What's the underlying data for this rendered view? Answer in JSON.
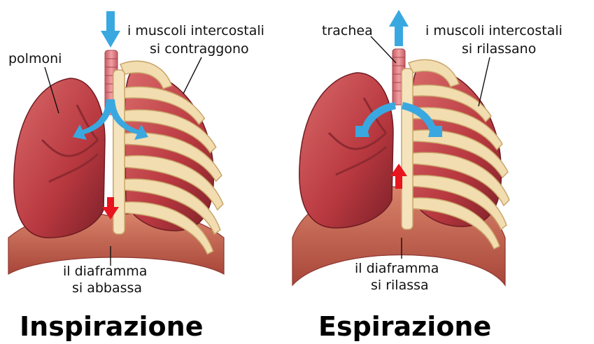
{
  "left": {
    "title": "Inspirazione",
    "label_lungs": "polmoni",
    "label_muscles_1": "i muscoli intercostali",
    "label_muscles_2": "si contraggono",
    "label_diaphragm_1": "il diaframma",
    "label_diaphragm_2": "si abbassa"
  },
  "right": {
    "title": "Espirazione",
    "label_trachea": "trachea",
    "label_muscles_1": "i muscoli intercostali",
    "label_muscles_2": "si rilassano",
    "label_diaphragm_1": "il diaframma",
    "label_diaphragm_2": "si rilassa"
  },
  "colors": {
    "lung": "#c0434a",
    "lung_dark": "#8e2a31",
    "bone": "#f2ddb0",
    "bone_edge": "#c9a66b",
    "diaphragm": "#d06a55",
    "diaphragm_dark": "#a5443a",
    "air_arrow": "#3aa8e0",
    "red_arrow": "#e8141e",
    "trachea": "#e8868a"
  }
}
